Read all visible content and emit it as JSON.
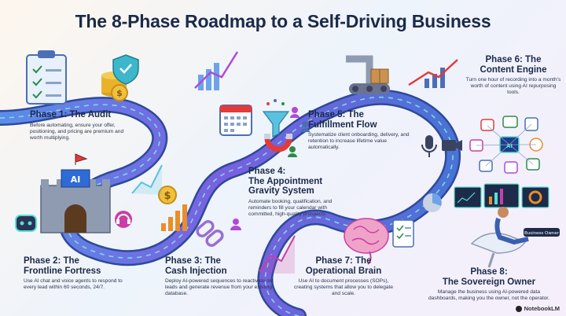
{
  "title": "The 8-Phase Roadmap to a Self-Driving Business",
  "phases": [
    {
      "heading": "Phase 1: The Audit",
      "body": "Before automating, ensure your offer, positioning, and pricing are premium and worth multiplying."
    },
    {
      "heading_l1": "Phase 2: The",
      "heading_l2": "Frontline Fortress",
      "body": "Use AI chat and voice agents to respond to every lead within 60 seconds, 24/7."
    },
    {
      "heading_l1": "Phase 3: The",
      "heading_l2": "Cash Injection",
      "body": "Deploy AI-powered sequences to reactivate old leads and generate revenue from your existing database."
    },
    {
      "heading_l1": "Phase 4:",
      "heading_l2": "The Appointment",
      "heading_l3": "Gravity System",
      "body": "Automate booking, qualification, and reminders to fill your calendar with committed, high-quality prospects."
    },
    {
      "heading_l1": "Phase 5: The",
      "heading_l2": "Fulfillment Flow",
      "body": "Systematize client onboarding, delivery, and retention to increase lifetime value automatically."
    },
    {
      "heading_l1": "Phase 6: The",
      "heading_l2": "Content Engine",
      "body": "Turn one hour of recording into a month's worth of content using AI repurposing tools."
    },
    {
      "heading_l1": "Phase 7: The",
      "heading_l2": "Operational Brain",
      "body": "Use AI to document processes (SOPs), creating systems that allow you to delegate and scale."
    },
    {
      "heading_l1": "Phase 8:",
      "heading_l2": "The Sovereign Owner",
      "body": "Manage the business using AI-powered data dashboards, making you the owner, not the operator."
    }
  ],
  "castle_label": "AI",
  "chip_label": "AI",
  "owner_tag": "Business Owner",
  "watermark": "NotebookLM",
  "colors": {
    "road": "#4a73d6",
    "road_edge": "#2d4a9a",
    "glow": "#58e0d0",
    "title": "#1b2a4a"
  }
}
